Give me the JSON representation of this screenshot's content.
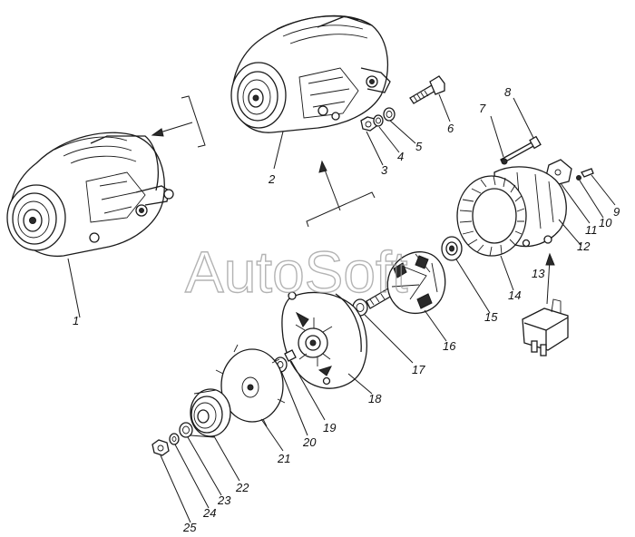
{
  "watermark": "AutoSoft",
  "parts": [
    {
      "id": "1",
      "label": "1"
    },
    {
      "id": "2",
      "label": "2"
    },
    {
      "id": "3",
      "label": "3"
    },
    {
      "id": "4",
      "label": "4"
    },
    {
      "id": "5",
      "label": "5"
    },
    {
      "id": "6",
      "label": "6"
    },
    {
      "id": "7",
      "label": "7"
    },
    {
      "id": "8",
      "label": "8"
    },
    {
      "id": "9",
      "label": "9"
    },
    {
      "id": "10",
      "label": "10"
    },
    {
      "id": "11",
      "label": "11"
    },
    {
      "id": "12",
      "label": "12"
    },
    {
      "id": "13",
      "label": "13"
    },
    {
      "id": "14",
      "label": "14"
    },
    {
      "id": "15",
      "label": "15"
    },
    {
      "id": "16",
      "label": "16"
    },
    {
      "id": "17",
      "label": "17"
    },
    {
      "id": "18",
      "label": "18"
    },
    {
      "id": "19",
      "label": "19"
    },
    {
      "id": "20",
      "label": "20"
    },
    {
      "id": "21",
      "label": "21"
    },
    {
      "id": "22",
      "label": "22"
    },
    {
      "id": "23",
      "label": "23"
    },
    {
      "id": "24",
      "label": "24"
    },
    {
      "id": "25",
      "label": "25"
    }
  ]
}
